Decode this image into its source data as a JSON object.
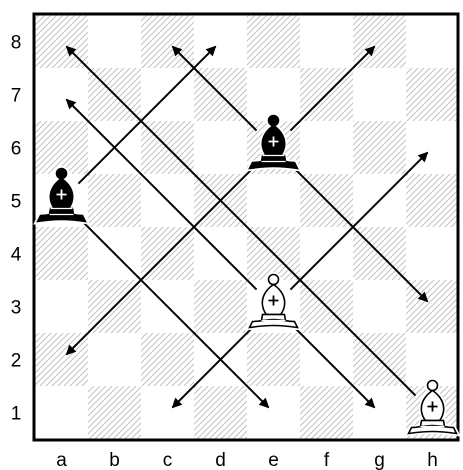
{
  "board": {
    "files": [
      "a",
      "b",
      "c",
      "d",
      "e",
      "f",
      "g",
      "h"
    ],
    "ranks": [
      "8",
      "7",
      "6",
      "5",
      "4",
      "3",
      "2",
      "1"
    ],
    "light_square_color": "#ffffff",
    "dark_square_style": "light gray diagonal hatching",
    "border_color": "#000000"
  },
  "pieces": [
    {
      "name": "black-bishop-a5",
      "type": "bishop",
      "color": "black",
      "square": "a5"
    },
    {
      "name": "black-bishop-e6",
      "type": "bishop",
      "color": "black",
      "square": "e6"
    },
    {
      "name": "white-bishop-e3",
      "type": "bishop",
      "color": "white",
      "square": "e3"
    },
    {
      "name": "white-bishop-h1",
      "type": "bishop",
      "color": "white",
      "square": "h1"
    }
  ],
  "arrows": [
    {
      "name": "arrow-a5-d8",
      "from": "a5",
      "to": "d8"
    },
    {
      "name": "arrow-a5-e1",
      "from": "a5",
      "to": "e1"
    },
    {
      "name": "arrow-e6-c8",
      "from": "e6",
      "to": "c8"
    },
    {
      "name": "arrow-e6-g8",
      "from": "e6",
      "to": "g8"
    },
    {
      "name": "arrow-e6-a2",
      "from": "e6",
      "to": "a2"
    },
    {
      "name": "arrow-e6-h3",
      "from": "e6",
      "to": "h3"
    },
    {
      "name": "arrow-e3-h6",
      "from": "e3",
      "to": "h6"
    },
    {
      "name": "arrow-e3-a7",
      "from": "e3",
      "to": "a7"
    },
    {
      "name": "arrow-e3-c1",
      "from": "e3",
      "to": "c1"
    },
    {
      "name": "arrow-e3-g1",
      "from": "e3",
      "to": "g1"
    },
    {
      "name": "arrow-h1-a8",
      "from": "h1",
      "to": "a8"
    }
  ]
}
